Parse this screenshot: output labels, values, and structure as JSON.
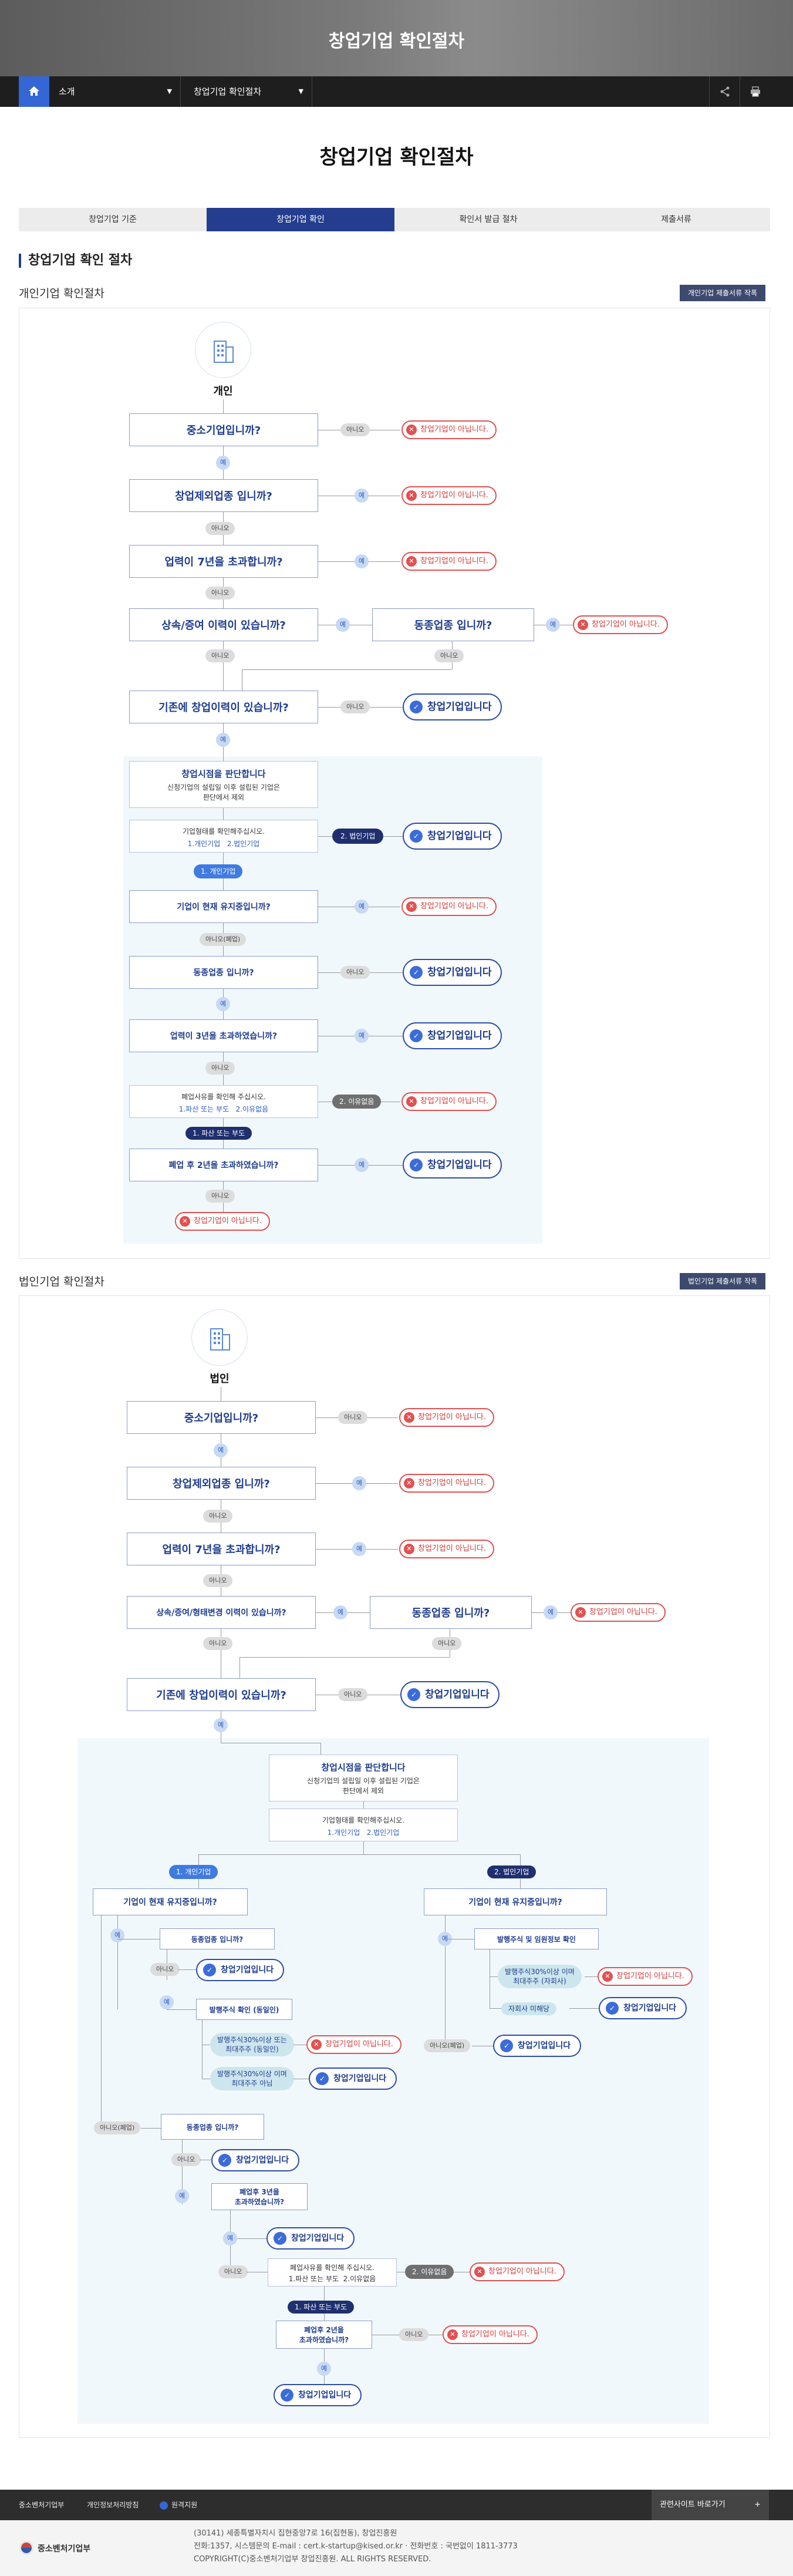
{
  "hero": {
    "title": "창업기업 확인절차"
  },
  "nav": {
    "menu1": "소개",
    "menu2": "창업기업 확인절차"
  },
  "page_title": "창업기업 확인절차",
  "tabs": [
    "창업기업 기준",
    "창업기업 확인",
    "확인서 발급 절차",
    "제출서류"
  ],
  "section_title": "창업기업 확인 절차",
  "personal": {
    "subtitle": "개인기업 확인절차",
    "download": "개인기업 제출서류 작폭",
    "who": "개인"
  },
  "corporate": {
    "subtitle": "법인기업 확인절차",
    "download": "법인기업 제출서류 작폭",
    "who": "법인"
  },
  "labels": {
    "q_sme": "중소기업입니까?",
    "q_excluded": "창업제외업종 입니까?",
    "q_7yr": "업력이 7년을 초과합니까?",
    "q_inherit_p": "상속/증여 이력이 있습니까?",
    "q_inherit_c": "상속/증여/형태변경 이력이 있습니까?",
    "q_same": "동종업종 입니까?",
    "q_prior": "기존에 창업이력이 있습니까?",
    "judge_title": "창업시점을 판단합니다",
    "judge_sub1": "신청기업의 설립일 이후 설립된 기업은",
    "judge_sub2": "판단에서 제외",
    "check_type": "기업형태를 확인해주십시오.",
    "type1": "1.개인기업",
    "type2": "2.법인기업",
    "type1_pill": "1. 개인기업",
    "type2_pill": "2. 법인기업",
    "q_maintain": "기업이 현재 유지중입니까?",
    "closed": "아니오(폐업)",
    "q_same2": "동종업종 입니까?",
    "q_3yr": "업력이 3년을 초과하였습니까?",
    "closure_reason": "폐업사유를 확인해 주십시오.",
    "closure_r1": "1.파산 또는 부도",
    "closure_r2": "2.이유없음",
    "no_reason": "2. 이유없음",
    "bankrupt": "1. 파산 또는 부도",
    "q_2yr": "폐업 후 2년을 초과하였습니까?",
    "yes": "예",
    "no": "아니오",
    "neg": "창업기업이 아닙니다.",
    "pos": "창업기업입니다",
    "shares": "발행주식 확인 (동일인)",
    "shares_a": "발행주식30%이상 또는",
    "shares_a2": "최대주주 (동일인)",
    "shares_b": "발행주식30%이상 이며",
    "shares_b2": "최대주주 아님",
    "shares_c": "발행주식30%이상 이며",
    "shares_c2": "최대주주 (자회사)",
    "shares_check2": "발행주식 및 임원정보 확인",
    "subsidiary": "자회사 미해당",
    "q_3yr_short1": "폐업후 3년을",
    "q_3yr_short2": "초과하였습니까?",
    "q_2yr_short1": "폐업후 2년을",
    "q_2yr_short2": "초과하였습니까?"
  },
  "footer": {
    "link1": "중소벤처기업부",
    "link2": "개인정보처리방침",
    "link3": "원격지원",
    "sitego": "관련사이트 바로가기",
    "logo": "중소벤처기업부",
    "addr": "(30141) 세종특별자치시 집현중앙7로 16(집현동), 창업진흥원",
    "contact": "전화:1357, 시스템문의 E-mail : cert.k-startup@kised.or.kr · 전화번호 : 국번없이 1811-3773",
    "copyright": "COPYRIGHT(C)중소벤처기업부 창업진흥원. ALL RIGHTS RESERVED."
  }
}
